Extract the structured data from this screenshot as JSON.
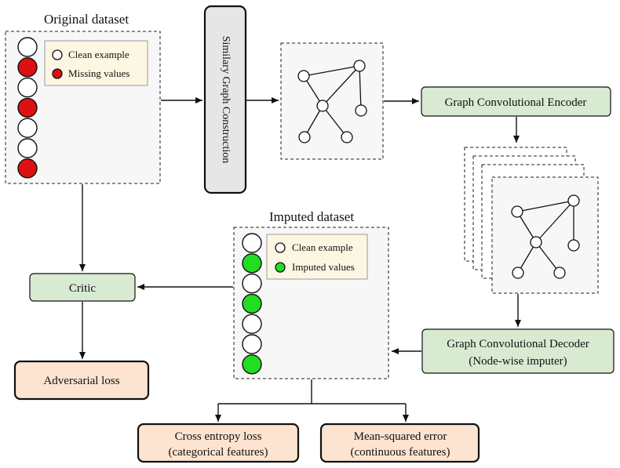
{
  "original_dataset": {
    "title": "Original dataset",
    "legend": {
      "clean_label": "Clean example",
      "missing_label": "Missing values"
    },
    "rows": [
      "clean",
      "missing",
      "clean",
      "missing",
      "clean",
      "clean",
      "missing"
    ]
  },
  "similarity_graph": {
    "label": "Similary Graph Construction"
  },
  "encoder": {
    "label": "Graph Convolutional Encoder"
  },
  "decoder": {
    "line1": "Graph Convolutional Decoder",
    "line2": "(Node-wise imputer)"
  },
  "imputed_dataset": {
    "title": "Imputed dataset",
    "legend": {
      "clean_label": "Clean example",
      "imputed_label": "Imputed values"
    },
    "rows": [
      "clean",
      "imputed",
      "clean",
      "imputed",
      "clean",
      "clean",
      "imputed"
    ]
  },
  "critic": {
    "label": "Critic"
  },
  "adversarial_loss": {
    "label": "Adversarial loss"
  },
  "cross_entropy": {
    "line1": "Cross entropy loss",
    "line2": "(categorical features)"
  },
  "mse": {
    "line1": "Mean-squared error",
    "line2": "(continuous features)"
  },
  "colors": {
    "clean": "#ffffff",
    "missing": "#dd1111",
    "imputed": "#22dd22",
    "green_box": "#d9ead3",
    "orange_box": "#fde4d0",
    "legend_bg": "#fdf6e3",
    "panel_bg": "#f7f7f7"
  }
}
